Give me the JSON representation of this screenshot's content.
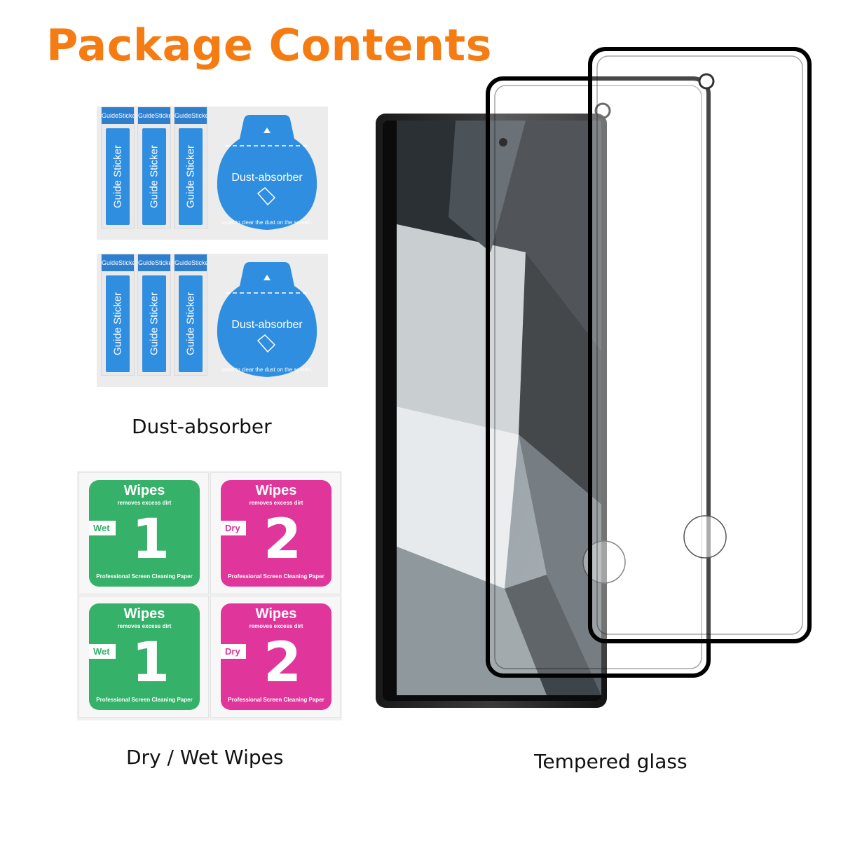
{
  "title": "Package Contents",
  "colors": {
    "title": "#f47c12",
    "sticker_blue": "#2f8ee0",
    "wet_green": "#35b16a",
    "dry_pink": "#e0359a"
  },
  "dust_kit": {
    "sticker_tab": "GuideSticker",
    "sticker_label": "Guide Sticker",
    "absorber_label": "Dust-absorber",
    "absorber_caption": "used to clear the dust on the screen.",
    "caption": "Dust-absorber"
  },
  "wipes": {
    "title": "Wipes",
    "subtitle": "removes excess dirt",
    "footer": "Professional Screen Cleaning Paper",
    "wet_tag": "Wet",
    "wet_number": "1",
    "dry_tag": "Dry",
    "dry_number": "2",
    "caption": "Dry / Wet Wipes"
  },
  "glass_caption": "Tempered glass"
}
